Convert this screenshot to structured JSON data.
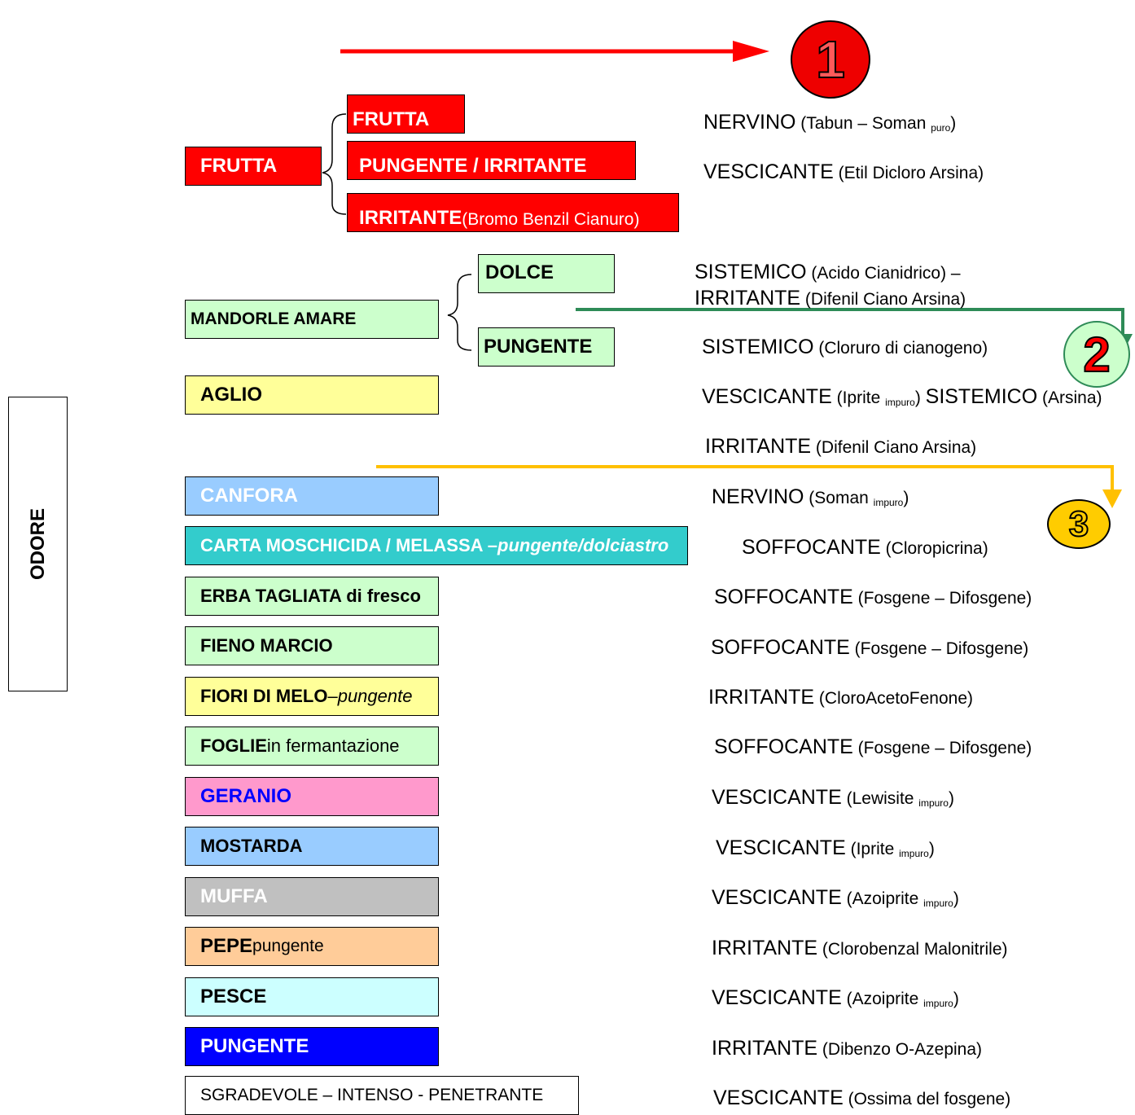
{
  "side_label": "ODORE",
  "badges": [
    "1",
    "2",
    "3"
  ],
  "colors": {
    "red": "#ff0000",
    "green": "#2e8b57",
    "yellow": "#ffc000"
  },
  "frutta": {
    "main": "FRUTTA",
    "sub1": "FRUTTA",
    "sub2": "PUNGENTE / IRRITANTE",
    "sub3_bold": "IRRITANTE",
    "sub3_rest": " (Bromo Benzil Cianuro)"
  },
  "mandorle": {
    "main": "MANDORLE AMARE",
    "sub1": "DOLCE",
    "sub2": "PUNGENTE"
  },
  "boxes": {
    "aglio": "AGLIO",
    "canfora": "CANFORA",
    "carta_a": "CARTA MOSCHICIDA / MELASSA – ",
    "carta_b": "pungente/dolciastro",
    "erba": "ERBA TAGLIATA di fresco",
    "fieno": "FIENO MARCIO",
    "fiori_a": "FIORI DI MELO",
    "fiori_b": " – ",
    "fiori_c": "pungente",
    "foglie_a": "FOGLIE",
    "foglie_b": " in fermantazione",
    "geranio": "GERANIO",
    "mostarda": "MOSTARDA",
    "muffa": "MUFFA",
    "pepe_a": "PEPE",
    "pepe_b": " pungente",
    "pesce": "PESCE",
    "pungente": "PUNGENTE",
    "sgradevole": "SGRADEVOLE – INTENSO - PENETRANTE"
  },
  "agents": {
    "r1_a": "NERVINO",
    "r1_b": " (Tabun – Soman ",
    "r1_sub": "puro",
    "r1_c": ")",
    "r2_a": "VESCICANTE",
    "r2_b": " (Etil Dicloro Arsina)",
    "r3_a": "SISTEMICO",
    "r3_b": " (Acido Cianidrico) –",
    "r3_c": "IRRITANTE",
    "r3_d": " (Difenil Ciano Arsina)",
    "r4_a": "SISTEMICO",
    "r4_b": " (Cloruro di cianogeno)",
    "r5_a": "VESCICANTE",
    "r5_b": " (Iprite ",
    "r5_sub": "impuro",
    "r5_c": ") ",
    "r5_d": "SISTEMICO",
    "r5_e": " (Arsina)",
    "r6_a": "IRRITANTE",
    "r6_b": " (Difenil Ciano Arsina)",
    "r7_a": "NERVINO",
    "r7_b": " (Soman ",
    "r7_sub": "impuro",
    "r7_c": ")",
    "r8_a": "SOFFOCANTE",
    "r8_b": " (Cloropicrina)",
    "r9_a": "SOFFOCANTE",
    "r9_b": " (Fosgene – Difosgene)",
    "r10_a": "SOFFOCANTE",
    "r10_b": " (Fosgene – Difosgene)",
    "r11_a": "IRRITANTE",
    "r11_b": " (CloroAcetoFenone)",
    "r12_a": "SOFFOCANTE",
    "r12_b": " (Fosgene – Difosgene)",
    "r13_a": "VESCICANTE",
    "r13_b": " (Lewisite ",
    "r13_sub": "impuro",
    "r13_c": ")",
    "r14_a": "VESCICANTE",
    "r14_b": " (Iprite ",
    "r14_sub": "impuro",
    "r14_c": ")",
    "r15_a": "VESCICANTE",
    "r15_b": " (Azoiprite ",
    "r15_sub": "impuro",
    "r15_c": ")",
    "r16_a": "IRRITANTE",
    "r16_b": " (Clorobenzal Malonitrile)",
    "r17_a": "VESCICANTE",
    "r17_b": " (Azoiprite ",
    "r17_sub": "impuro",
    "r17_c": ")",
    "r18_a": "IRRITANTE",
    "r18_b": " (Dibenzo O-Azepina)",
    "r19_a": "VESCICANTE",
    "r19_b": " (Ossima del fosgene)"
  }
}
